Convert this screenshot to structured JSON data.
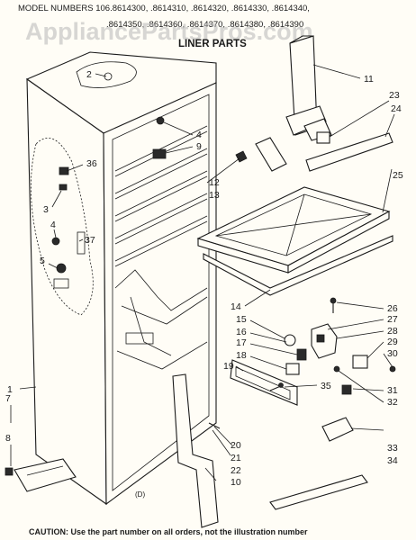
{
  "header": {
    "model_line_1": "MODEL NUMBERS 106.8614300, .8614310, .8614320, .8614330, .8614340,",
    "model_line_2": ".8614350, .8614360, .8614370, .8614380, .8614390"
  },
  "title": "LINER PARTS",
  "watermark": "AppliancePartsPros.com",
  "caption": "CAUTION: Use the part number on all orders, not the illustration number",
  "small_mark": "(D)",
  "callouts": {
    "c1": "1",
    "c2": "2",
    "c3": "3",
    "c4a": "4",
    "c4b": "4",
    "c5": "5",
    "c7": "7",
    "c8": "8",
    "c9": "9",
    "c10": "10",
    "c11": "11",
    "c12": "12",
    "c13": "13",
    "c14": "14",
    "c15": "15",
    "c16": "16",
    "c17": "17",
    "c18": "18",
    "c19": "19",
    "c20": "20",
    "c21": "21",
    "c22": "22",
    "c23": "23",
    "c24": "24",
    "c25": "25",
    "c26": "26",
    "c27": "27",
    "c28": "28",
    "c29": "29",
    "c30": "30",
    "c31": "31",
    "c32": "32",
    "c33": "33",
    "c34": "34",
    "c35": "35",
    "c36": "36",
    "c37": "37"
  }
}
